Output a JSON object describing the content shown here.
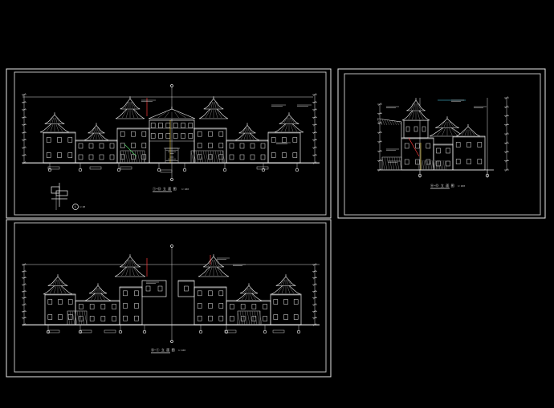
{
  "drawing": {
    "background": "#000000",
    "line_color": "#f2f2f2",
    "accent_colors": {
      "red": "#ff3b3b",
      "yellow": "#ffe04a",
      "green": "#55e06a",
      "cyan": "#55e0ff"
    }
  },
  "sheets": [
    {
      "id": "sheet-1",
      "title": "①—⑬ 立 面 图",
      "scale": "1:100"
    },
    {
      "id": "sheet-2",
      "title": "Ⓐ—Ⓓ 立 面 图",
      "scale": "1:100"
    },
    {
      "id": "sheet-3",
      "title": "⑬—① 立 面 图",
      "scale": "1:100"
    }
  ],
  "detail": {
    "label": "①",
    "scale": "1:20"
  }
}
